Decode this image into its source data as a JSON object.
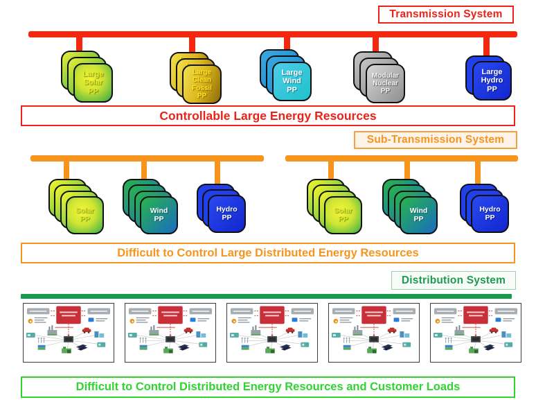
{
  "headers": {
    "transmission": "Transmission System",
    "sub_transmission": "Sub-Transmission System",
    "distribution": "Distribution System"
  },
  "bands": {
    "controllable": "Controllable Large Energy Resources",
    "difficult_large": "Difficult to Control Large Distributed Energy Resources",
    "difficult_customer": "Difficult to Control Distributed Energy Resources and Customer Loads"
  },
  "transmission_stacks": [
    {
      "label": "Large\nSolar\nPP"
    },
    {
      "label": "Large\nClean\nFossil\nPP"
    },
    {
      "label": "Large\nWind\nPP"
    },
    {
      "label": "Modular\nNuclear\nPP"
    },
    {
      "label": "Large\nHydro\nPP"
    }
  ],
  "subtransmission_stacks": {
    "left": [
      {
        "label": "Solar\nPP"
      },
      {
        "label": "Wind\nPP"
      },
      {
        "label": "Hydro\nPP"
      }
    ],
    "right": [
      {
        "label": "Solar\nPP"
      },
      {
        "label": "Wind\nPP"
      },
      {
        "label": "Hydro\nPP"
      }
    ]
  },
  "distribution": {
    "thumbnail_count": 5,
    "thumbnail_name": "derms-microgrid-diagram"
  },
  "colors": {
    "transmission_red": "#f5270f",
    "label_red": "#e8231a",
    "sub_transmission_orange": "#f7941d",
    "distribution_green": "#169b4e",
    "customer_loads_green": "#2fd42f"
  }
}
